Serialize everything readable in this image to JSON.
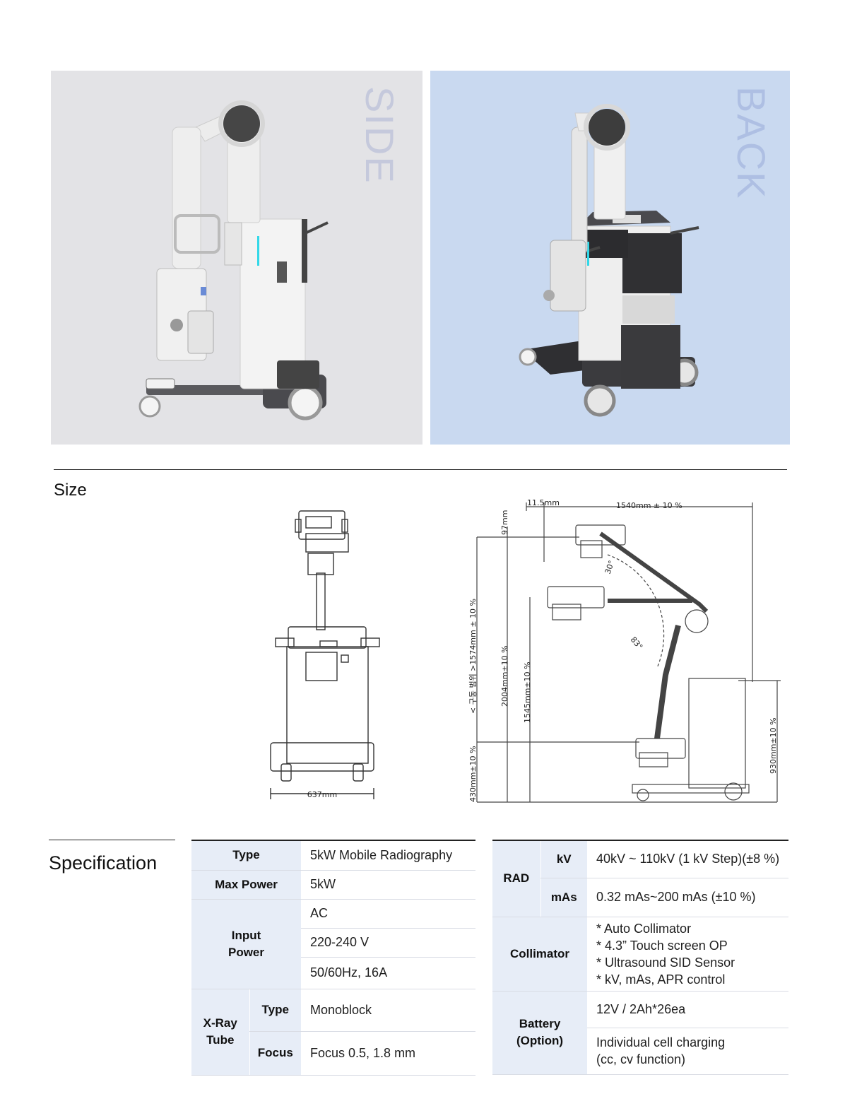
{
  "views": {
    "side": "SIDE",
    "back": "BACK"
  },
  "sections": {
    "size": "Size",
    "specification": "Specification"
  },
  "dimensions": {
    "front_width": "637mm",
    "offset": "11.5mm",
    "reach": "1540mm ± 10 %",
    "top_gap": "97mm",
    "range": "< 구동 범위 >1574mm ± 10 %",
    "total_height": "2004mm±10 %",
    "arm_height": "1545mm±10 %",
    "low_height": "430mm±10 %",
    "body_height": "930mm±10 %",
    "angle_upper": "30°",
    "angle_lower": "83°"
  },
  "spec_left": {
    "type_label": "Type",
    "type_value": "5kW Mobile Radiography",
    "max_power_label": "Max Power",
    "max_power_value": "5kW",
    "input_power_label": [
      "Input",
      "Power"
    ],
    "input_power_values": [
      "AC",
      "220-240 V",
      "50/60Hz, 16A"
    ],
    "xray_label": [
      "X-Ray",
      "Tube"
    ],
    "xray_type_label": "Type",
    "xray_type_value": "Monoblock",
    "xray_focus_label": "Focus",
    "xray_focus_value": "Focus 0.5, 1.8 mm"
  },
  "spec_right": {
    "rad_label": "RAD",
    "kv_label": "kV",
    "kv_value": "40kV ~ 110kV (1 kV Step)(±8  %)",
    "mas_label": "mAs",
    "mas_value": "0.32 mAs~200 mAs (±10 %)",
    "collimator_label": "Collimator",
    "collimator_values": [
      "* Auto Collimator",
      "* 4.3” Touch screen OP",
      "* Ultrasound SID Sensor",
      "* kV, mAs, APR control"
    ],
    "battery_label": [
      "Battery",
      "(Option)"
    ],
    "battery_values": [
      "12V / 2Ah*26ea"
    ],
    "battery_note": [
      "Individual cell charging",
      "(cc, cv function)"
    ]
  }
}
